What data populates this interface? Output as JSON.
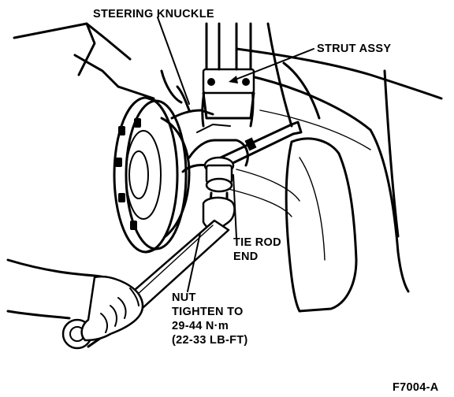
{
  "callouts": {
    "steering_knuckle": "STEERING KNUCKLE",
    "strut_assy": "STRUT ASSY",
    "tie_rod_end_line1": "TIE ROD",
    "tie_rod_end_line2": "END",
    "nut_line1": "NUT",
    "nut_line2": "TIGHTEN TO",
    "nut_line3": "29-44 N·m",
    "nut_line4": "(22-33 LB-FT)"
  },
  "figure_id": "F7004-A",
  "colors": {
    "ink": "#000000",
    "paper": "#ffffff"
  }
}
